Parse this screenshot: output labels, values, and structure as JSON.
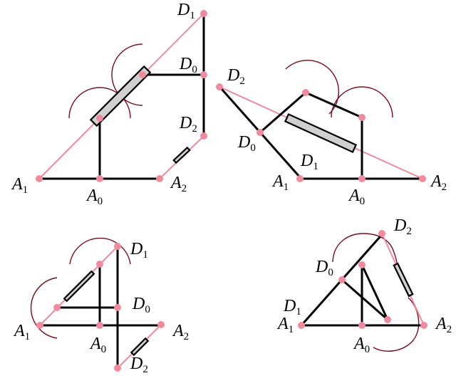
{
  "colors": {
    "link": "#000000",
    "pink_line": "#f28a9b",
    "joint": "#f28a9b",
    "arc": "#7a0c18",
    "slider_fill": "#d0d0d0"
  },
  "panels": [
    {
      "labels": {
        "D1": {
          "letter": "D",
          "sub": "1"
        },
        "D0": {
          "letter": "D",
          "sub": "0"
        },
        "D2": {
          "letter": "D",
          "sub": "2"
        },
        "A1": {
          "letter": "A",
          "sub": "1"
        },
        "A0": {
          "letter": "A",
          "sub": "0"
        },
        "A2": {
          "letter": "A",
          "sub": "2"
        }
      }
    },
    {
      "labels": {
        "D1": {
          "letter": "D",
          "sub": "1"
        },
        "D0": {
          "letter": "D",
          "sub": "0"
        },
        "D2": {
          "letter": "D",
          "sub": "2"
        },
        "A1": {
          "letter": "A",
          "sub": "1"
        },
        "A0": {
          "letter": "A",
          "sub": "0"
        },
        "A2": {
          "letter": "A",
          "sub": "2"
        }
      }
    },
    {
      "labels": {
        "D1": {
          "letter": "D",
          "sub": "1"
        },
        "D0": {
          "letter": "D",
          "sub": "0"
        },
        "D2": {
          "letter": "D",
          "sub": "2"
        },
        "A1": {
          "letter": "A",
          "sub": "1"
        },
        "A0": {
          "letter": "A",
          "sub": "0"
        },
        "A2": {
          "letter": "A",
          "sub": "2"
        }
      }
    },
    {
      "labels": {
        "D1": {
          "letter": "D",
          "sub": "1"
        },
        "D0": {
          "letter": "D",
          "sub": "0"
        },
        "D2": {
          "letter": "D",
          "sub": "2"
        },
        "A1": {
          "letter": "A",
          "sub": "1"
        },
        "A0": {
          "letter": "A",
          "sub": "0"
        },
        "A2": {
          "letter": "A",
          "sub": "2"
        }
      }
    }
  ]
}
